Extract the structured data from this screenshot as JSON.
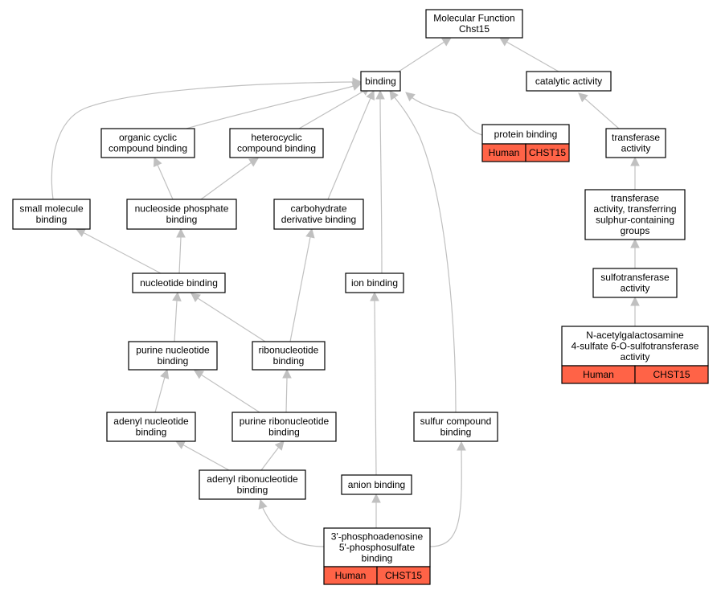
{
  "graph": {
    "colors": {
      "edge": "#c0c0c0",
      "annotation_fill": "#ff6347",
      "node_fill": "#ffffff",
      "border": "#000000"
    },
    "nodes": [
      {
        "id": "molecular-function",
        "lines": [
          "Molecular Function",
          "Chst15"
        ]
      },
      {
        "id": "binding",
        "lines": [
          "binding"
        ]
      },
      {
        "id": "catalytic-activity",
        "lines": [
          "catalytic activity"
        ]
      },
      {
        "id": "organic-cyclic-compound-binding",
        "lines": [
          "organic cyclic",
          "compound binding"
        ]
      },
      {
        "id": "heterocyclic-compound-binding",
        "lines": [
          "heterocyclic",
          "compound binding"
        ]
      },
      {
        "id": "protein-binding",
        "lines": [
          "protein binding"
        ],
        "annotation": [
          "Human",
          "CHST15"
        ]
      },
      {
        "id": "transferase-activity",
        "lines": [
          "transferase",
          "activity"
        ]
      },
      {
        "id": "small-molecule-binding",
        "lines": [
          "small molecule",
          "binding"
        ]
      },
      {
        "id": "nucleoside-phosphate-binding",
        "lines": [
          "nucleoside phosphate",
          "binding"
        ]
      },
      {
        "id": "carbohydrate-derivative-binding",
        "lines": [
          "carbohydrate",
          "derivative binding"
        ]
      },
      {
        "id": "transferase-sulphur",
        "lines": [
          "transferase",
          "activity, transferring",
          "sulphur-containing",
          "groups"
        ]
      },
      {
        "id": "nucleotide-binding",
        "lines": [
          "nucleotide binding"
        ]
      },
      {
        "id": "ion-binding",
        "lines": [
          "ion binding"
        ]
      },
      {
        "id": "sulfotransferase-activity",
        "lines": [
          "sulfotransferase",
          "activity"
        ]
      },
      {
        "id": "purine-nucleotide-binding",
        "lines": [
          "purine nucleotide",
          "binding"
        ]
      },
      {
        "id": "ribonucleotide-binding",
        "lines": [
          "ribonucleotide",
          "binding"
        ]
      },
      {
        "id": "n-acetylgalactosamine",
        "lines": [
          "N-acetylgalactosamine",
          "4-sulfate 6-O-sulfotransferase",
          "activity"
        ],
        "annotation": [
          "Human",
          "CHST15"
        ]
      },
      {
        "id": "adenyl-nucleotide-binding",
        "lines": [
          "adenyl nucleotide",
          "binding"
        ]
      },
      {
        "id": "purine-ribonucleotide-binding",
        "lines": [
          "purine ribonucleotide",
          "binding"
        ]
      },
      {
        "id": "sulfur-compound-binding",
        "lines": [
          "sulfur compound",
          "binding"
        ]
      },
      {
        "id": "adenyl-ribonucleotide-binding",
        "lines": [
          "adenyl ribonucleotide",
          "binding"
        ]
      },
      {
        "id": "anion-binding",
        "lines": [
          "anion binding"
        ]
      },
      {
        "id": "paps-binding",
        "lines": [
          "3'-phosphoadenosine",
          "5'-phosphosulfate",
          "binding"
        ],
        "annotation": [
          "Human",
          "CHST15"
        ]
      }
    ],
    "edges": [
      {
        "from": "binding",
        "to": "molecular-function"
      },
      {
        "from": "catalytic-activity",
        "to": "molecular-function"
      },
      {
        "from": "organic-cyclic-compound-binding",
        "to": "binding"
      },
      {
        "from": "heterocyclic-compound-binding",
        "to": "binding"
      },
      {
        "from": "protein-binding",
        "to": "binding"
      },
      {
        "from": "small-molecule-binding",
        "to": "binding"
      },
      {
        "from": "carbohydrate-derivative-binding",
        "to": "binding"
      },
      {
        "from": "ion-binding",
        "to": "binding"
      },
      {
        "from": "sulfur-compound-binding",
        "to": "binding"
      },
      {
        "from": "transferase-activity",
        "to": "catalytic-activity"
      },
      {
        "from": "transferase-sulphur",
        "to": "transferase-activity"
      },
      {
        "from": "sulfotransferase-activity",
        "to": "transferase-sulphur"
      },
      {
        "from": "n-acetylgalactosamine",
        "to": "sulfotransferase-activity"
      },
      {
        "from": "nucleoside-phosphate-binding",
        "to": "organic-cyclic-compound-binding"
      },
      {
        "from": "nucleoside-phosphate-binding",
        "to": "heterocyclic-compound-binding"
      },
      {
        "from": "nucleotide-binding",
        "to": "small-molecule-binding"
      },
      {
        "from": "nucleotide-binding",
        "to": "nucleoside-phosphate-binding"
      },
      {
        "from": "purine-nucleotide-binding",
        "to": "nucleotide-binding"
      },
      {
        "from": "ribonucleotide-binding",
        "to": "nucleotide-binding"
      },
      {
        "from": "ribonucleotide-binding",
        "to": "carbohydrate-derivative-binding"
      },
      {
        "from": "adenyl-nucleotide-binding",
        "to": "purine-nucleotide-binding"
      },
      {
        "from": "purine-ribonucleotide-binding",
        "to": "purine-nucleotide-binding"
      },
      {
        "from": "purine-ribonucleotide-binding",
        "to": "ribonucleotide-binding"
      },
      {
        "from": "adenyl-ribonucleotide-binding",
        "to": "adenyl-nucleotide-binding"
      },
      {
        "from": "adenyl-ribonucleotide-binding",
        "to": "purine-ribonucleotide-binding"
      },
      {
        "from": "anion-binding",
        "to": "ion-binding"
      },
      {
        "from": "paps-binding",
        "to": "adenyl-ribonucleotide-binding"
      },
      {
        "from": "paps-binding",
        "to": "anion-binding"
      },
      {
        "from": "paps-binding",
        "to": "sulfur-compound-binding"
      }
    ]
  }
}
